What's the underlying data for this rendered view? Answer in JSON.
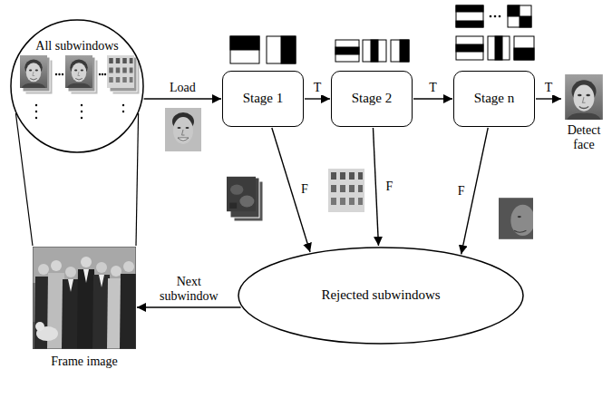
{
  "diagram": {
    "nodes": [
      {
        "text": [
          "All subwindows"
        ]
      },
      {
        "text": [
          "Stage 1"
        ]
      },
      {
        "text": [
          "Stage 2"
        ]
      },
      {
        "text": [
          "Stage n"
        ]
      },
      {
        "text": [
          "Detect face"
        ]
      },
      {
        "text": [
          "Frame image"
        ]
      },
      {
        "text": [
          "Rejected subwindows"
        ]
      }
    ],
    "edges": [
      {
        "from": 0,
        "to": 1,
        "arrow": "to",
        "label": "Load"
      },
      {
        "from": 1,
        "to": 2,
        "arrow": "to",
        "label": "T"
      },
      {
        "from": 2,
        "to": 3,
        "arrow": "to",
        "label": "T"
      },
      {
        "from": 3,
        "to": 4,
        "arrow": "to",
        "label": "T"
      },
      {
        "from": 1,
        "to": 6,
        "arrow": "to",
        "label": "F"
      },
      {
        "from": 2,
        "to": 6,
        "arrow": "to",
        "label": "F"
      },
      {
        "from": 3,
        "to": 6,
        "arrow": "to",
        "label": "F"
      },
      {
        "from": 6,
        "to": 5,
        "arrow": "to",
        "label": "Next subwindow"
      }
    ]
  }
}
